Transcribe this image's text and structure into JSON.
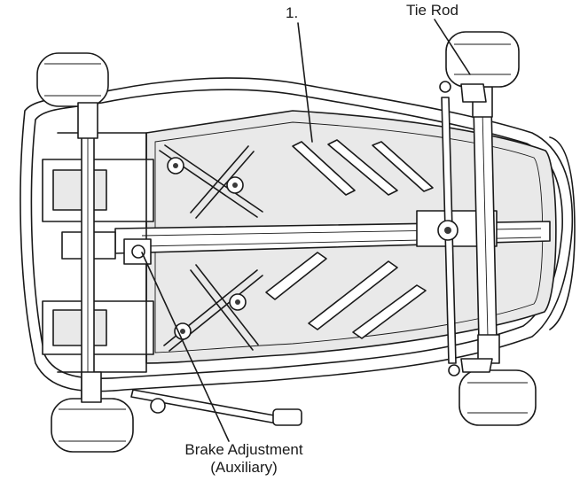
{
  "labels": {
    "callout_1": "1.",
    "tie_rod": "Tie Rod",
    "brake_adjustment_line1": "Brake Adjustment",
    "brake_adjustment_line2": "(Auxiliary)"
  },
  "colors": {
    "line": "#1a1a1a",
    "background": "#ffffff",
    "fill_light": "#e9e9e9"
  }
}
